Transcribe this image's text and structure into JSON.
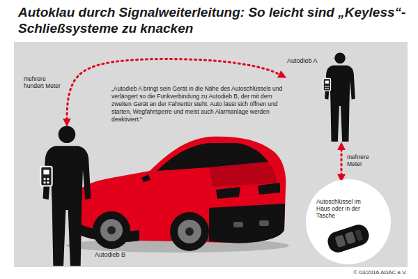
{
  "diagram": {
    "title": "Autoklau durch Signalweiterleitung: So leicht sind „Keyless“- Schließsysteme zu knacken",
    "nodes": [
      {
        "text": [
          "Autodieb A"
        ]
      },
      {
        "text": [
          "Autoschlüssel im Haus oder in der Tasche"
        ]
      },
      {
        "text": [
          "Autodieb B"
        ]
      }
    ],
    "edges": [
      {
        "from": 2,
        "to": 0,
        "arrow": "both",
        "label": "mehrere hundert Meter"
      },
      {
        "from": 0,
        "to": 1,
        "arrow": "both",
        "label": "mehrere Meter"
      }
    ],
    "labels": [
      "„Autodieb A bringt sein Gerät in die Nähe des Autoschlüssels und verlängert so die Funkverbindung zu Autodieb B, der mit dem zweiten Gerät an der Fahrertür steht. Auto lässt sich öffnen und starten, Wegfahrsperre und meist auch Alarmanlage werden deaktiviert.“",
      "© 03/2016 ADAC e.V."
    ]
  }
}
